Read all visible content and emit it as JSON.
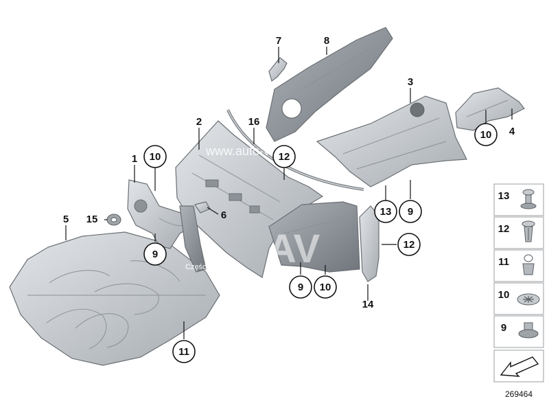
{
  "diagram": {
    "callouts": [
      {
        "id": "c1",
        "text": "1",
        "circled": false
      },
      {
        "id": "c2",
        "text": "2",
        "circled": false
      },
      {
        "id": "c3",
        "text": "3",
        "circled": false
      },
      {
        "id": "c4",
        "text": "4",
        "circled": false
      },
      {
        "id": "c5",
        "text": "5",
        "circled": false
      },
      {
        "id": "c6",
        "text": "6",
        "circled": false
      },
      {
        "id": "c7",
        "text": "7",
        "circled": false
      },
      {
        "id": "c8",
        "text": "8",
        "circled": false
      },
      {
        "id": "c9a",
        "text": "9",
        "circled": true
      },
      {
        "id": "c9b",
        "text": "9",
        "circled": true
      },
      {
        "id": "c9c",
        "text": "9",
        "circled": true
      },
      {
        "id": "c10a",
        "text": "10",
        "circled": true
      },
      {
        "id": "c10b",
        "text": "10",
        "circled": true
      },
      {
        "id": "c10c",
        "text": "10",
        "circled": true
      },
      {
        "id": "c11",
        "text": "11",
        "circled": true
      },
      {
        "id": "c12a",
        "text": "12",
        "circled": true
      },
      {
        "id": "c12b",
        "text": "12",
        "circled": true
      },
      {
        "id": "c13",
        "text": "13",
        "circled": true
      },
      {
        "id": "c14",
        "text": "14",
        "circled": false
      },
      {
        "id": "c15",
        "text": "15",
        "circled": false
      },
      {
        "id": "c16",
        "text": "16",
        "circled": false
      }
    ],
    "legend": [
      {
        "text": "13",
        "icon": "push-rivet-cap-icon"
      },
      {
        "text": "12",
        "icon": "expanding-rivet-icon"
      },
      {
        "text": "11",
        "icon": "plastic-nut-icon"
      },
      {
        "text": "10",
        "icon": "star-washer-icon"
      },
      {
        "text": "9",
        "icon": "flange-nut-icon"
      }
    ],
    "direction_icon": "forward-arrow-icon",
    "catalog_number": "269464",
    "watermark_url": "www.auto-voll.pl",
    "watermark_brand": "AV",
    "watermark_caption": "Części BMW",
    "colors": {
      "part_fill": "#c8ccd0",
      "part_dark": "#9ea3a8",
      "line": "#111111"
    }
  }
}
